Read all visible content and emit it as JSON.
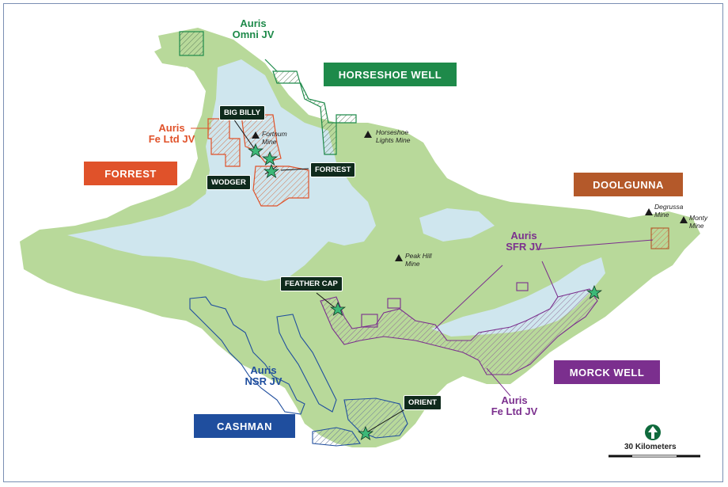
{
  "regions": {
    "horseshoe_well": {
      "label": "HORSESHOE WELL",
      "color": "#1e8a4a"
    },
    "forrest": {
      "label": "FORREST",
      "color": "#e0522a"
    },
    "doolgunna": {
      "label": "DOOLGUNNA",
      "color": "#b4592a"
    },
    "morck_well": {
      "label": "MORCK WELL",
      "color": "#7b2f8e"
    },
    "cashman": {
      "label": "CASHMAN",
      "color": "#1f4e9e"
    }
  },
  "joint_ventures": {
    "omni": {
      "label": "Auris\nOmni JV",
      "color": "#1e8a4a"
    },
    "fe_ltd_west": {
      "label": "Auris\nFe Ltd JV",
      "color": "#e0522a"
    },
    "sfr": {
      "label": "Auris\nSFR JV",
      "color": "#7b2f8e"
    },
    "nsr": {
      "label": "Auris\nNSR JV",
      "color": "#1f4e9e"
    },
    "fe_ltd_east": {
      "label": "Auris\nFe Ltd JV",
      "color": "#7b2f8e"
    }
  },
  "prospects": {
    "big_billy": "BIG BILLY",
    "wodger": "WODGER",
    "forrest": "FORREST",
    "feather_cap": "FEATHER CAP",
    "orient": "ORIENT"
  },
  "mines": {
    "fortnum": "Fortnum\nMine",
    "horseshoe_lights": "Horseshoe\nLights Mine",
    "peak_hill": "Peak Hill\nMine",
    "degrussa": "Degrussa\nMine",
    "monty": "Monty\nMine"
  },
  "scale": {
    "label": "30 Kilometers",
    "icon": "north-arrow-icon"
  },
  "colors": {
    "land": "#b8d99a",
    "water": "#cfe6ee",
    "star": "#3cb878"
  }
}
